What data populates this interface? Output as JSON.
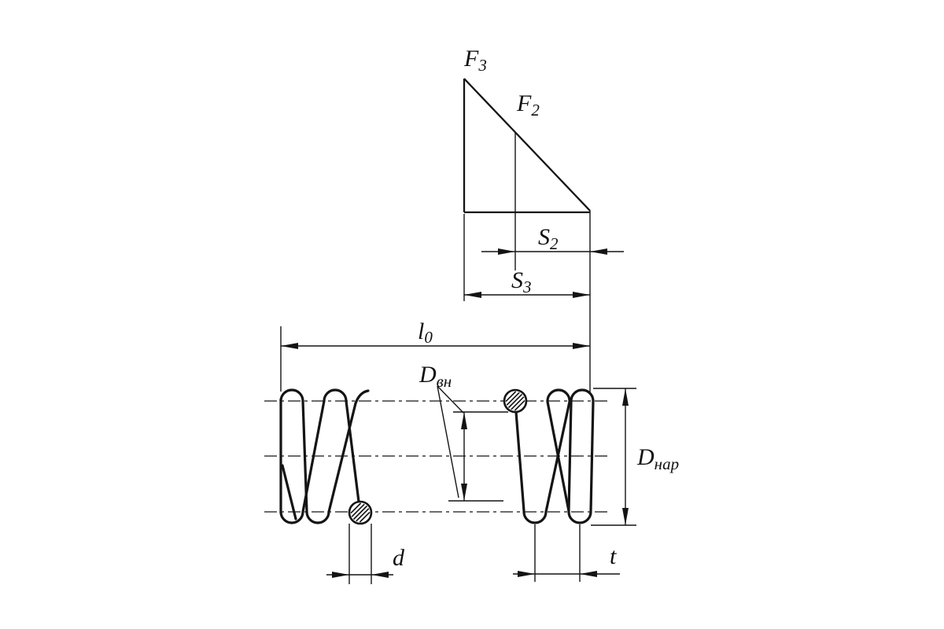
{
  "drawing": {
    "line_color": "#141414",
    "background_color": "#ffffff",
    "labels": {
      "f3": {
        "main": "F",
        "sub": "3"
      },
      "f2": {
        "main": "F",
        "sub": "2"
      },
      "s2": {
        "main": "S",
        "sub": "2"
      },
      "s3": {
        "main": "S",
        "sub": "3"
      },
      "l0": {
        "main": "l",
        "sub": "0"
      },
      "d_inner": {
        "main": "D",
        "sub": "вн"
      },
      "d_outer": {
        "main": "D",
        "sub": "нар"
      },
      "wire_d": {
        "main": "d"
      },
      "pitch": {
        "main": "t"
      }
    }
  }
}
